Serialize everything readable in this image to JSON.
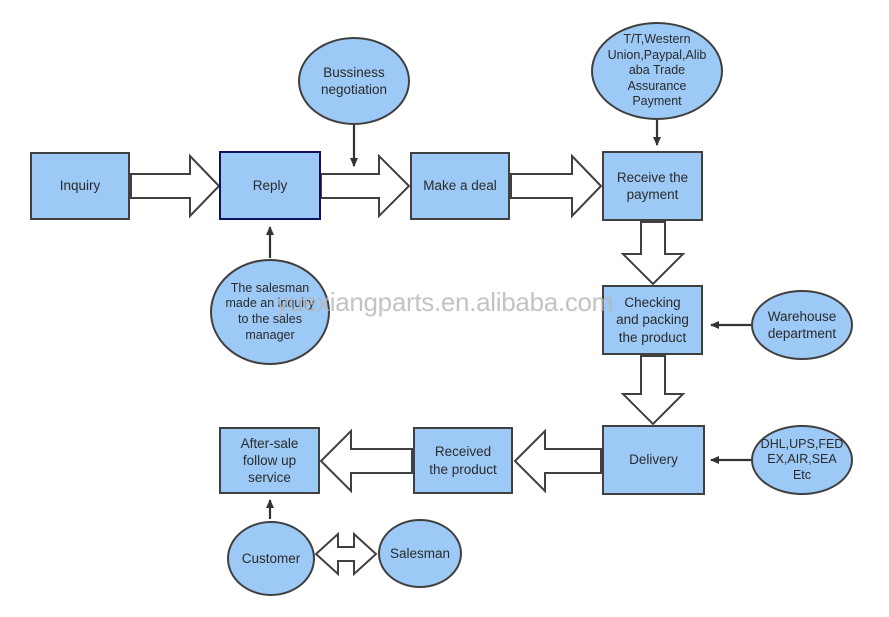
{
  "watermark": {
    "text": "yuexiangparts.en.alibaba.com"
  },
  "colors": {
    "node_fill": "#9cc9f6",
    "node_border": "#404040",
    "reply_border": "#11115c",
    "arrow_outline": "#404040",
    "thin_arrow": "#333333",
    "text": "#2b2b2b",
    "watermark": "#b5b5b5"
  },
  "nodes": {
    "inquiry": {
      "label": "Inquiry",
      "shape": "rect"
    },
    "reply": {
      "label": "Reply",
      "shape": "rect"
    },
    "make_a_deal": {
      "label": "Make a deal",
      "shape": "rect"
    },
    "receive_payment": {
      "label": "Receive the\npayment",
      "shape": "rect"
    },
    "checking_packing": {
      "label": "Checking\nand packing\nthe product",
      "shape": "rect"
    },
    "delivery": {
      "label": "Delivery",
      "shape": "rect"
    },
    "received_product": {
      "label": "Received\nthe product",
      "shape": "rect"
    },
    "after_sale": {
      "label": "After-sale\nfollow up\nservice",
      "shape": "rect"
    },
    "business_negotiation": {
      "label": "Bussiness\nnegotiation",
      "shape": "ellipse"
    },
    "payment_methods": {
      "label": "T/T,Western\nUnion,Paypal,Alib\naba Trade\nAssurance\nPayment",
      "shape": "ellipse"
    },
    "salesman_inquiry": {
      "label": "The salesman\nmade an inquiry\nto the sales\nmanager",
      "shape": "ellipse"
    },
    "warehouse": {
      "label": "Warehouse\ndepartment",
      "shape": "ellipse"
    },
    "shipping_methods": {
      "label": "DHL,UPS,FED\nEX,AIR,SEA\nEtc",
      "shape": "ellipse"
    },
    "customer": {
      "label": "Customer",
      "shape": "ellipse"
    },
    "salesman": {
      "label": "Salesman",
      "shape": "ellipse"
    }
  }
}
